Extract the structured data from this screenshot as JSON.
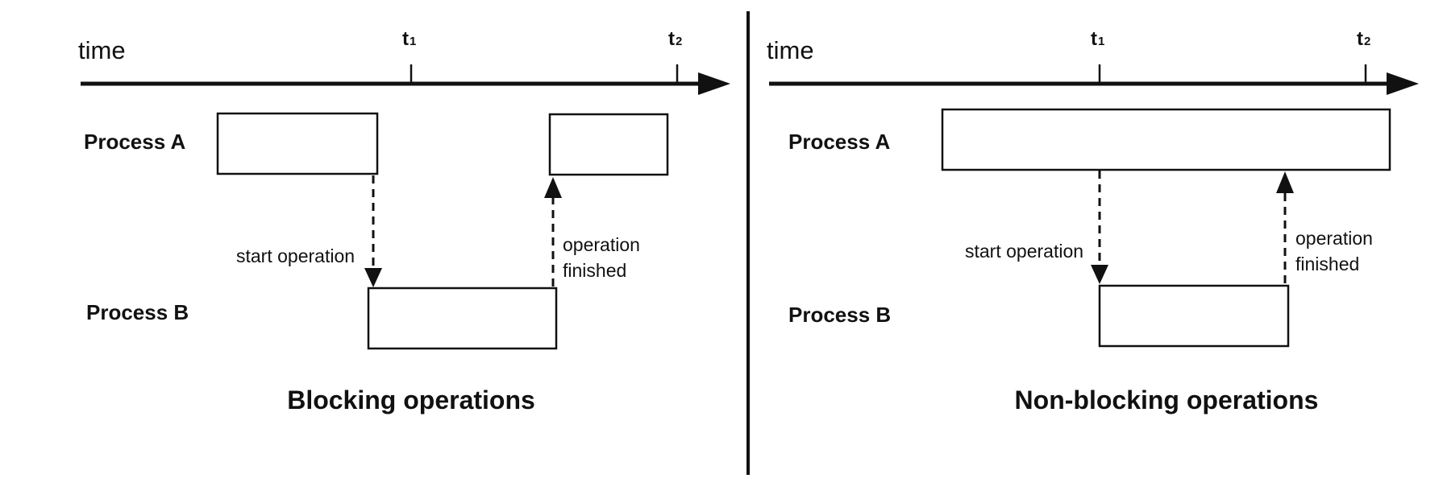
{
  "colors": {
    "ink": "#111111",
    "background": "#ffffff"
  },
  "left": {
    "axis_label": "time",
    "tick1": {
      "letter": "t",
      "sub": "1"
    },
    "tick2": {
      "letter": "t",
      "sub": "2"
    },
    "process_a": "Process A",
    "process_b": "Process B",
    "start_label": "start operation",
    "finish_label_1": "operation",
    "finish_label_2": "finished",
    "caption": "Blocking operations"
  },
  "right": {
    "axis_label": "time",
    "tick1": {
      "letter": "t",
      "sub": "1"
    },
    "tick2": {
      "letter": "t",
      "sub": "2"
    },
    "process_a": "Process A",
    "process_b": "Process B",
    "start_label": "start operation",
    "finish_label_1": "operation",
    "finish_label_2": "finished",
    "caption": "Non-blocking operations"
  }
}
